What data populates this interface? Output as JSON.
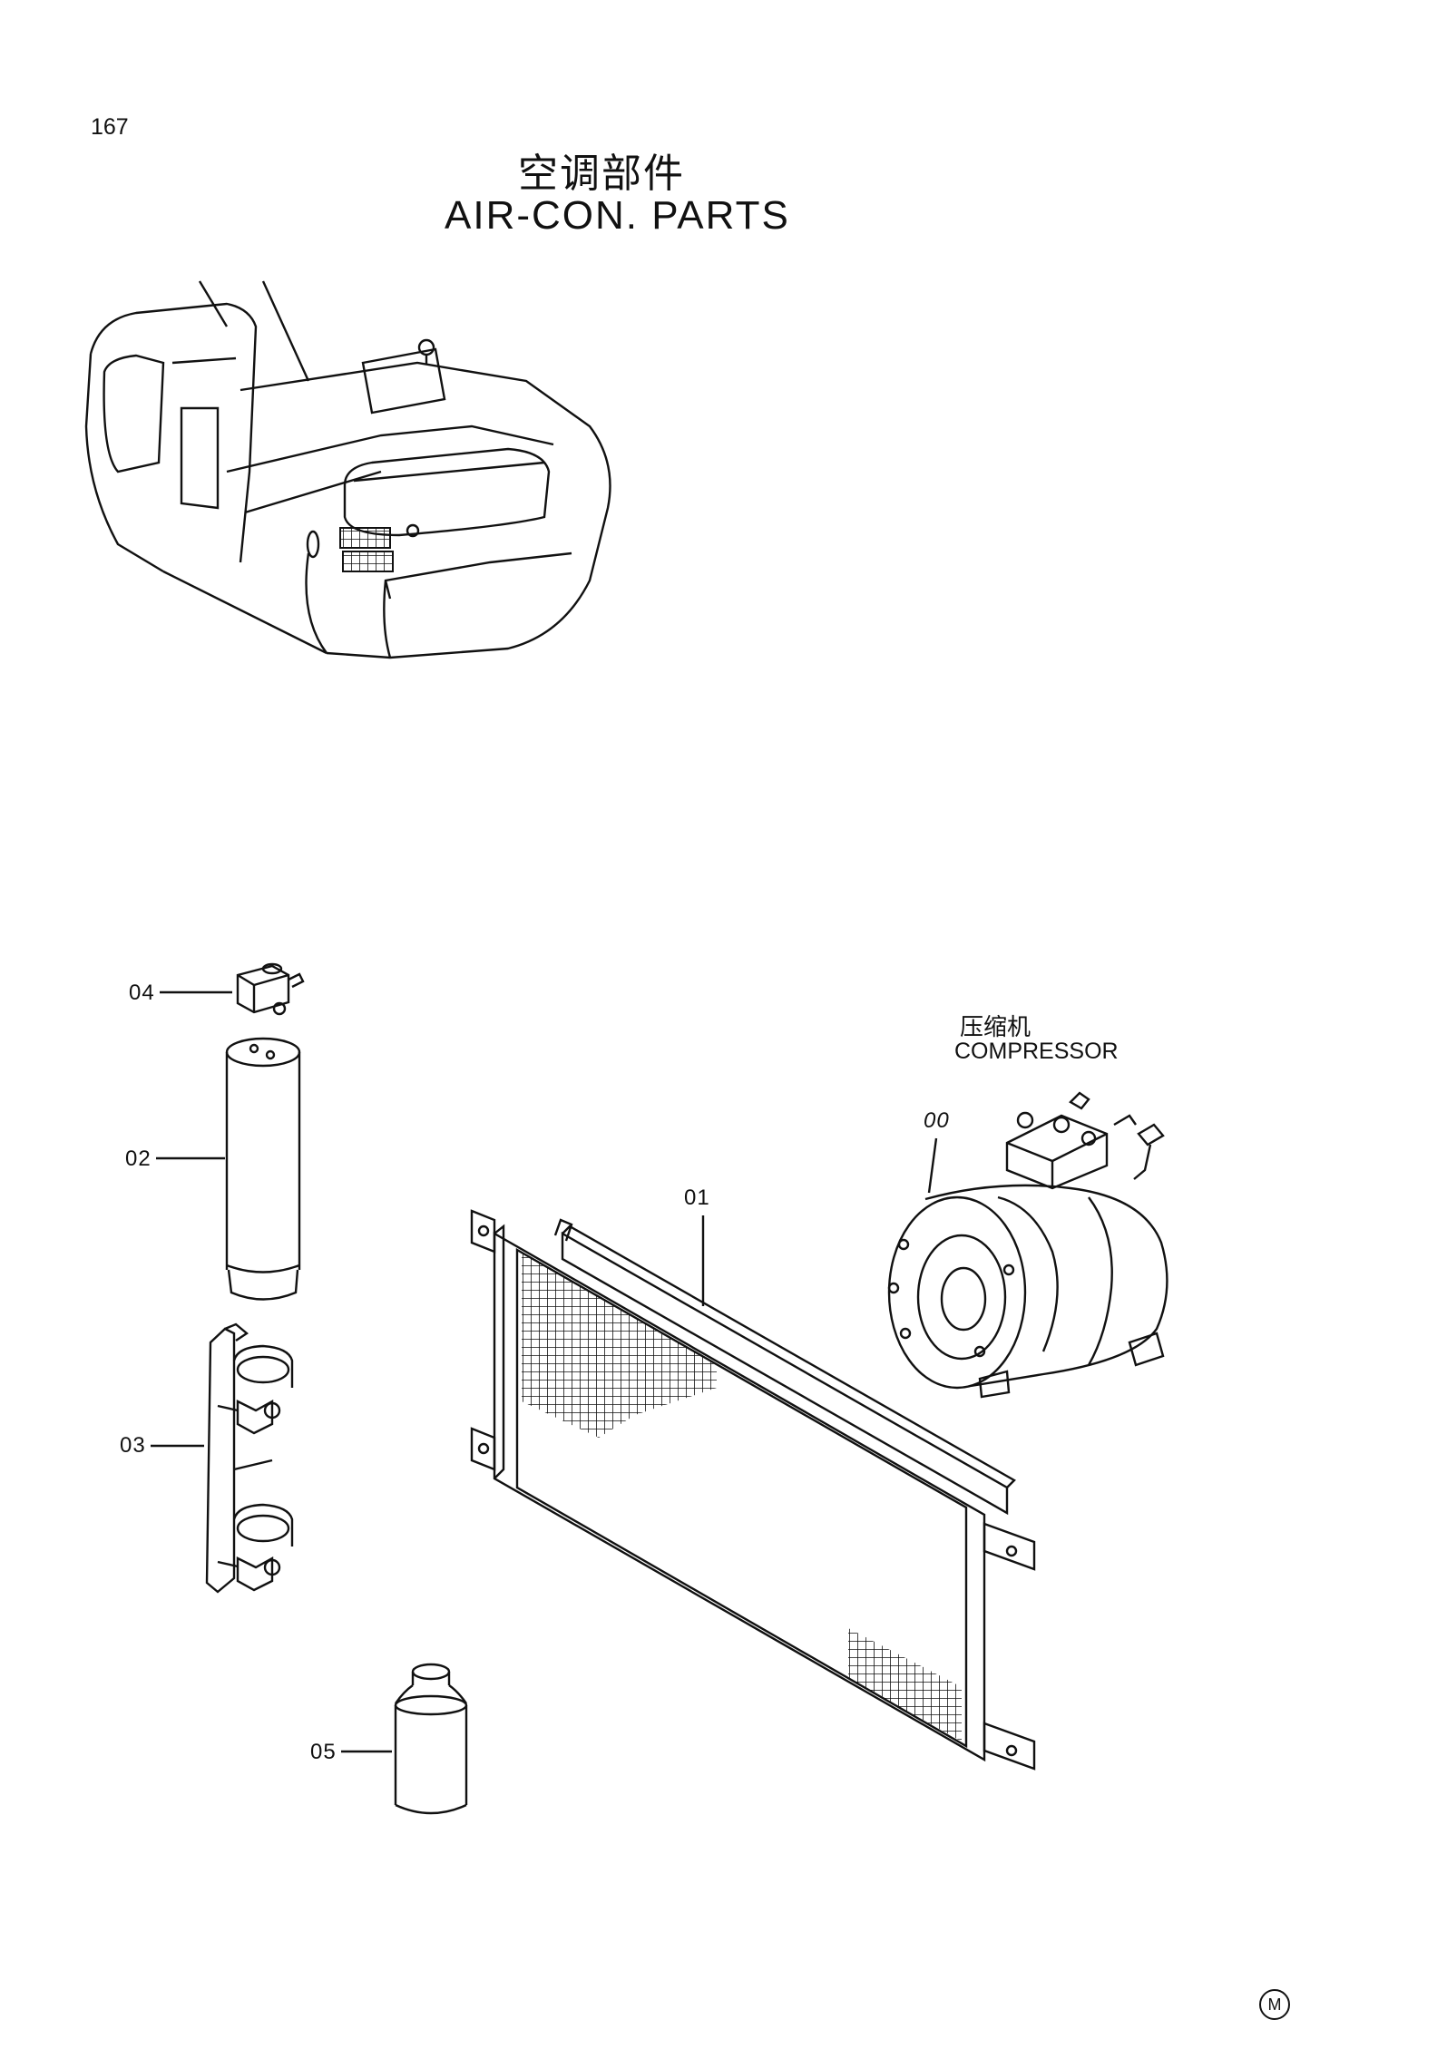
{
  "page": {
    "number": "167"
  },
  "title": {
    "chinese": "空调部件",
    "english": "AIR-CON. PARTS"
  },
  "compressor_label": {
    "chinese": "压缩机",
    "english": "COMPRESSOR"
  },
  "callouts": [
    {
      "id": "00",
      "part": "compressor"
    },
    {
      "id": "01",
      "part": "condenser"
    },
    {
      "id": "02",
      "part": "receiver-drier"
    },
    {
      "id": "03",
      "part": "bracket"
    },
    {
      "id": "04",
      "part": "switch"
    },
    {
      "id": "05",
      "part": "refrigerant-can"
    }
  ],
  "mark": "M"
}
